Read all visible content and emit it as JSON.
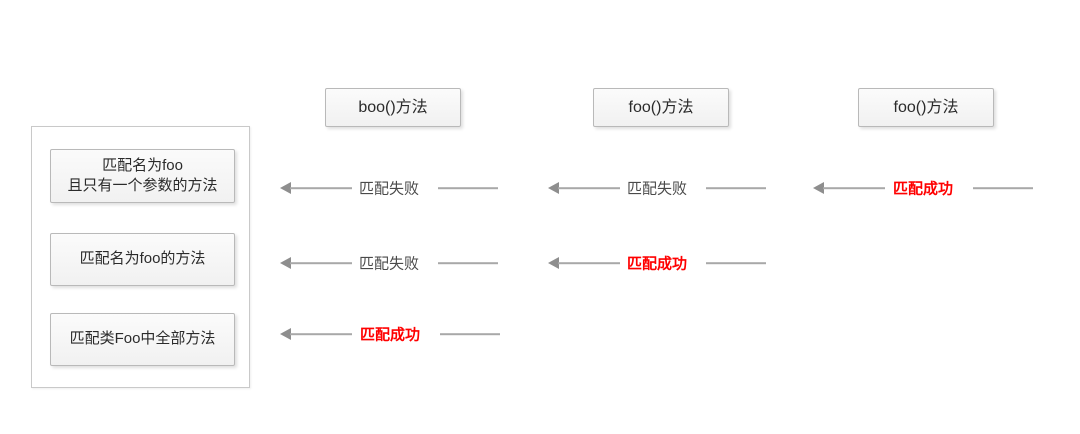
{
  "diagram": {
    "title_text_color_fail": "#4a4a4a",
    "title_text_color_success": "#ff0000",
    "group": {
      "name": "criteria-group"
    },
    "criteria": [
      {
        "id": "criteria-1",
        "label": "匹配名为foo\n且只有一个参数的方法"
      },
      {
        "id": "criteria-2",
        "label": "匹配名为foo的方法"
      },
      {
        "id": "criteria-3",
        "label": "匹配类Foo中全部方法"
      }
    ],
    "methods": [
      {
        "id": "method-boo",
        "label": "boo()方法"
      },
      {
        "id": "method-foo-1",
        "label": "foo()方法"
      },
      {
        "id": "method-foo-2",
        "label": "foo()方法"
      }
    ],
    "rows": [
      {
        "id": "row-1",
        "arrows": [
          {
            "id": "arrow-r1c1",
            "label": "匹配失败",
            "status": "fail"
          },
          {
            "id": "arrow-r1c2",
            "label": "匹配失败",
            "status": "fail"
          },
          {
            "id": "arrow-r1c3",
            "label": "匹配成功",
            "status": "success"
          }
        ]
      },
      {
        "id": "row-2",
        "arrows": [
          {
            "id": "arrow-r2c1",
            "label": "匹配失败",
            "status": "fail"
          },
          {
            "id": "arrow-r2c2",
            "label": "匹配成功",
            "status": "success"
          }
        ]
      },
      {
        "id": "row-3",
        "arrows": [
          {
            "id": "arrow-r3c1",
            "label": "匹配成功",
            "status": "success"
          }
        ]
      }
    ]
  }
}
